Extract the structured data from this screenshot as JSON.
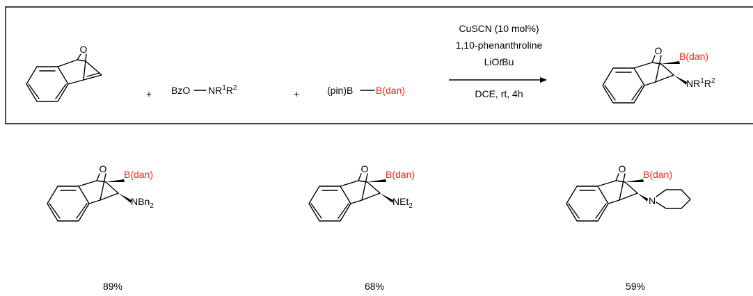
{
  "colors": {
    "ink": "#000000",
    "highlight": "#e8261c"
  },
  "reaction": {
    "atom_o": "O",
    "plus_1": "+",
    "plus_2": "+",
    "reagent_1": {
      "prefix": "BzO",
      "n": "NR",
      "sup_1": "1",
      "r2": "R",
      "sup_2": "2"
    },
    "reagent_2": {
      "pin": "(pin)B",
      "bdan": "B(dan)"
    },
    "conditions": {
      "line1": "CuSCN (10 mol%)",
      "line2": "1,10-phenanthroline",
      "line3_a": "LiO",
      "line3_b": "t",
      "line3_c": "Bu",
      "below": "DCE, rt, 4h"
    },
    "product": {
      "o": "O",
      "bdan": "B(dan)",
      "n": "NR",
      "sup_1": "1",
      "r2": "R",
      "sup_2": "2"
    }
  },
  "examples": [
    {
      "o": "O",
      "bdan": "B(dan)",
      "amine": "NBn",
      "amine_sub": "2",
      "yield": "89%"
    },
    {
      "o": "O",
      "bdan": "B(dan)",
      "amine": "NEt",
      "amine_sub": "2",
      "yield": "68%"
    },
    {
      "o": "O",
      "bdan": "B(dan)",
      "amine": "N",
      "yield": "59%"
    }
  ]
}
